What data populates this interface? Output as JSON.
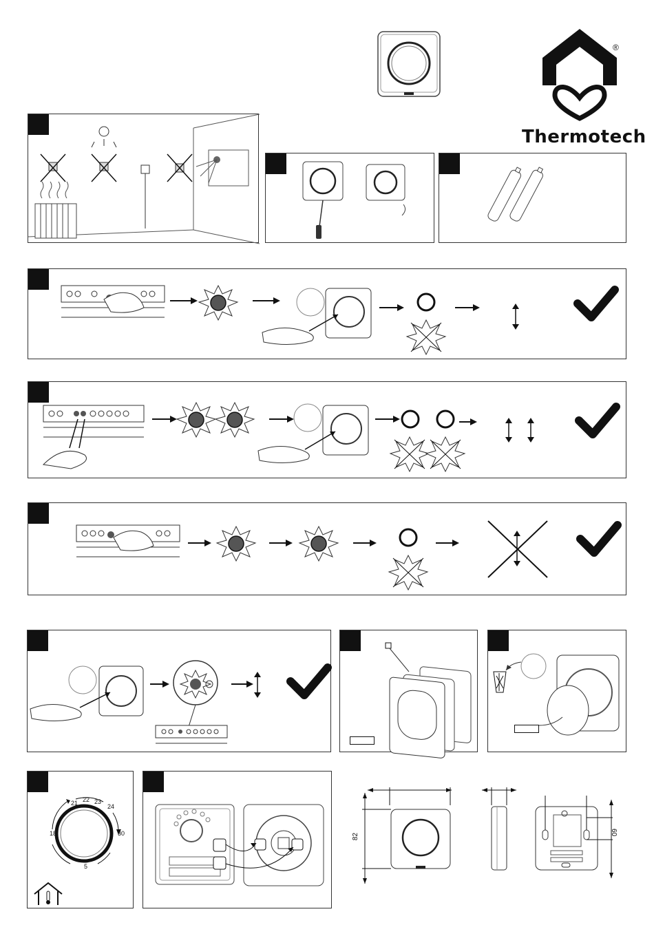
{
  "brand": {
    "name": "Thermotech",
    "registered_mark": "®"
  },
  "dial": {
    "scale_values": [
      "21",
      "22",
      "23",
      "24",
      "18",
      "30",
      "5"
    ]
  },
  "dimensions": {
    "height_label": "82",
    "mount_spacing_label": "60"
  }
}
